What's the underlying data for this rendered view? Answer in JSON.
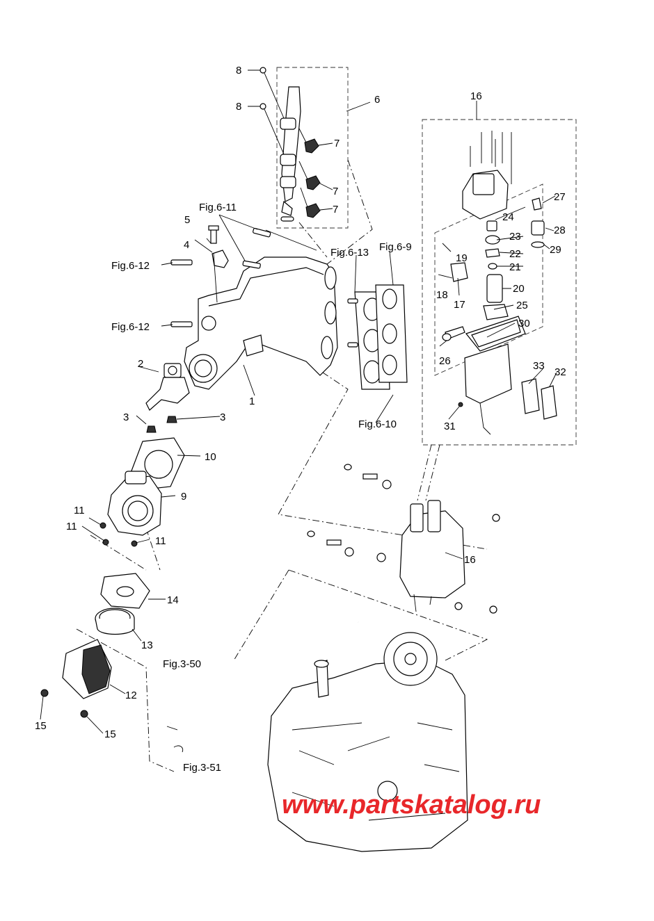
{
  "callouts": {
    "c1": "1",
    "c2": "2",
    "c3a": "3",
    "c3b": "3",
    "c4": "4",
    "c5": "5",
    "c6": "6",
    "c7a": "7",
    "c7b": "7",
    "c7c": "7",
    "c8a": "8",
    "c8b": "8",
    "c9": "9",
    "c10": "10",
    "c11a": "11",
    "c11b": "11",
    "c11c": "11",
    "c12": "12",
    "c13": "13",
    "c14": "14",
    "c15a": "15",
    "c15b": "15",
    "c16a": "16",
    "c16b": "16",
    "c17": "17",
    "c18": "18",
    "c19": "19",
    "c20": "20",
    "c21": "21",
    "c22": "22",
    "c23": "23",
    "c24": "24",
    "c25": "25",
    "c26": "26",
    "c27": "27",
    "c28": "28",
    "c29": "29",
    "c30": "30",
    "c31": "31",
    "c32": "32",
    "c33": "33"
  },
  "figure_refs": {
    "fig_6_11": "Fig.6-11",
    "fig_6_12a": "Fig.6-12",
    "fig_6_12b": "Fig.6-12",
    "fig_6_13": "Fig.6-13",
    "fig_6_9": "Fig.6-9",
    "fig_6_10": "Fig.6-10",
    "fig_3_50": "Fig.3-50",
    "fig_3_51": "Fig.3-51"
  },
  "watermark": "www.partskatalog.ru",
  "colors": {
    "watermark": "#e8272a",
    "line": "#000000",
    "background": "#ffffff"
  }
}
